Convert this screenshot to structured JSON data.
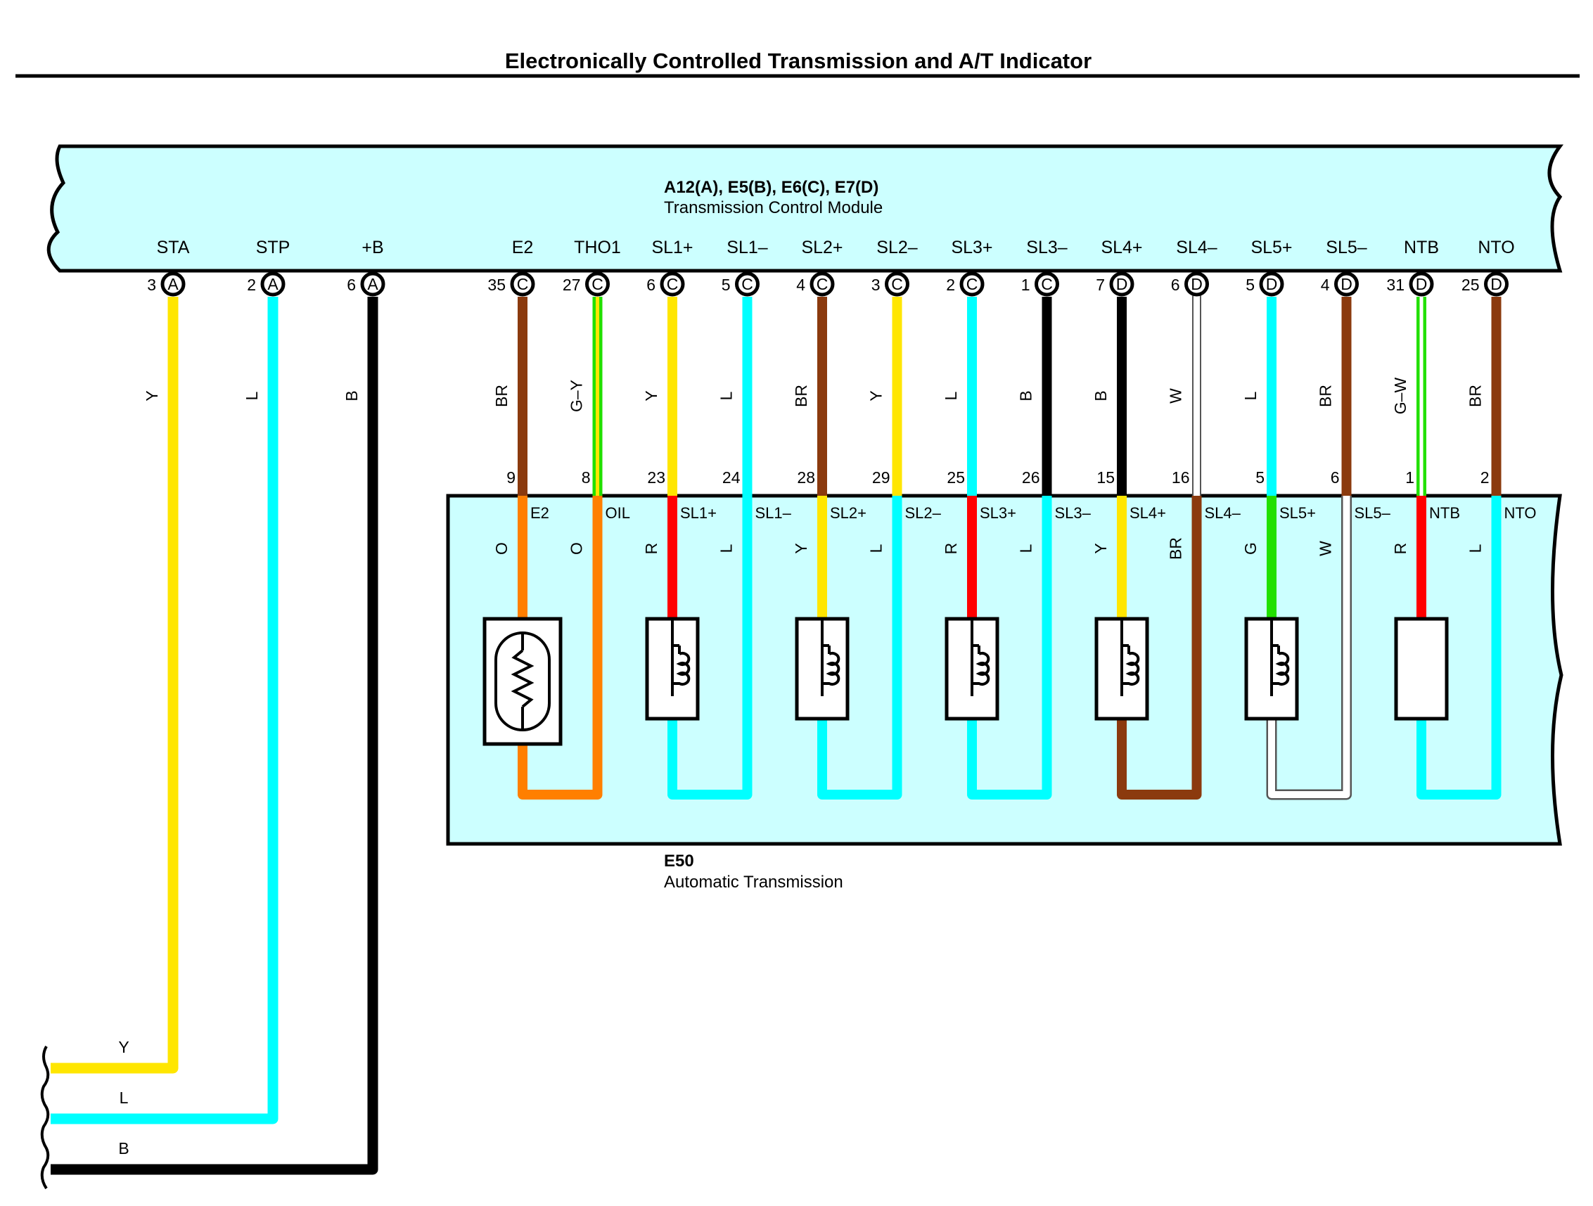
{
  "title": "Electronically Controlled Transmission and A/T Indicator",
  "tcm": {
    "connectors": "A12(A), E5(B), E6(C), E7(D)",
    "name": "Transmission Control Module"
  },
  "trans": {
    "code": "E50",
    "name": "Automatic Transmission"
  },
  "colors": {
    "Y": "#ffe600",
    "L": "#00ffff",
    "B": "#000000",
    "BR": "#8b3a0e",
    "O": "#ff7f00",
    "R": "#ff0000",
    "G": "#22e000",
    "W": "#ffffff",
    "panel": "#ccffff"
  },
  "left_wires": [
    {
      "pin": "STA",
      "num": "3",
      "conn": "A",
      "color": "Y",
      "label": "Y"
    },
    {
      "pin": "STP",
      "num": "2",
      "conn": "A",
      "color": "L",
      "label": "L"
    },
    {
      "pin": "+B",
      "num": "6",
      "conn": "A",
      "color": "B",
      "label": "B"
    }
  ],
  "right_wires": [
    {
      "pin": "E2",
      "num": "35",
      "conn": "C",
      "color": "BR",
      "code": "BR",
      "tnum": "9",
      "tpin": "E2",
      "inner": "O",
      "innerLabel": "O"
    },
    {
      "pin": "THO1",
      "num": "27",
      "conn": "C",
      "color": "G-Y",
      "code": "G–Y",
      "tnum": "8",
      "tpin": "OIL",
      "inner": "O",
      "innerLabel": "O"
    },
    {
      "pin": "SL1+",
      "num": "6",
      "conn": "C",
      "color": "Y",
      "code": "Y",
      "tnum": "23",
      "tpin": "SL1+",
      "inner": "R",
      "innerLabel": "R"
    },
    {
      "pin": "SL1–",
      "num": "5",
      "conn": "C",
      "color": "L",
      "code": "L",
      "tnum": "24",
      "tpin": "SL1–",
      "inner": "L",
      "innerLabel": "L"
    },
    {
      "pin": "SL2+",
      "num": "4",
      "conn": "C",
      "color": "BR",
      "code": "BR",
      "tnum": "28",
      "tpin": "SL2+",
      "inner": "Y",
      "innerLabel": "Y"
    },
    {
      "pin": "SL2–",
      "num": "3",
      "conn": "C",
      "color": "Y",
      "code": "Y",
      "tnum": "29",
      "tpin": "SL2–",
      "inner": "L",
      "innerLabel": "L"
    },
    {
      "pin": "SL3+",
      "num": "2",
      "conn": "C",
      "color": "L",
      "code": "L",
      "tnum": "25",
      "tpin": "SL3+",
      "inner": "R",
      "innerLabel": "R"
    },
    {
      "pin": "SL3–",
      "num": "1",
      "conn": "C",
      "color": "B",
      "code": "B",
      "tnum": "26",
      "tpin": "SL3–",
      "inner": "L",
      "innerLabel": "L"
    },
    {
      "pin": "SL4+",
      "num": "7",
      "conn": "D",
      "color": "B",
      "code": "B",
      "tnum": "15",
      "tpin": "SL4+",
      "inner": "Y",
      "innerLabel": "Y"
    },
    {
      "pin": "SL4–",
      "num": "6",
      "conn": "D",
      "color": "W",
      "code": "W",
      "tnum": "16",
      "tpin": "SL4–",
      "inner": "BR",
      "innerLabel": "BR"
    },
    {
      "pin": "SL5+",
      "num": "5",
      "conn": "D",
      "color": "L",
      "code": "L",
      "tnum": "5",
      "tpin": "SL5+",
      "inner": "G",
      "innerLabel": "G"
    },
    {
      "pin": "SL5–",
      "num": "4",
      "conn": "D",
      "color": "BR",
      "code": "BR",
      "tnum": "6",
      "tpin": "SL5–",
      "inner": "W",
      "innerLabel": "W"
    },
    {
      "pin": "NTB",
      "num": "31",
      "conn": "D",
      "color": "G-W",
      "code": "G–W",
      "tnum": "1",
      "tpin": "NTB",
      "inner": "R",
      "innerLabel": "R"
    },
    {
      "pin": "NTO",
      "num": "25",
      "conn": "D",
      "color": "BR",
      "code": "BR",
      "tnum": "2",
      "tpin": "NTO",
      "inner": "L",
      "innerLabel": "L"
    }
  ],
  "components": [
    {
      "type": "sensor",
      "icon": "oil-temp-sensor-icon"
    },
    {
      "type": "solenoid",
      "icon": "sl1-solenoid-icon"
    },
    {
      "type": "solenoid",
      "icon": "sl2-solenoid-icon"
    },
    {
      "type": "solenoid",
      "icon": "sl3-solenoid-icon"
    },
    {
      "type": "solenoid",
      "icon": "sl4-solenoid-icon"
    },
    {
      "type": "solenoid",
      "icon": "sl5-solenoid-icon"
    },
    {
      "type": "sensor-box",
      "icon": "speed-sensor-icon"
    }
  ]
}
